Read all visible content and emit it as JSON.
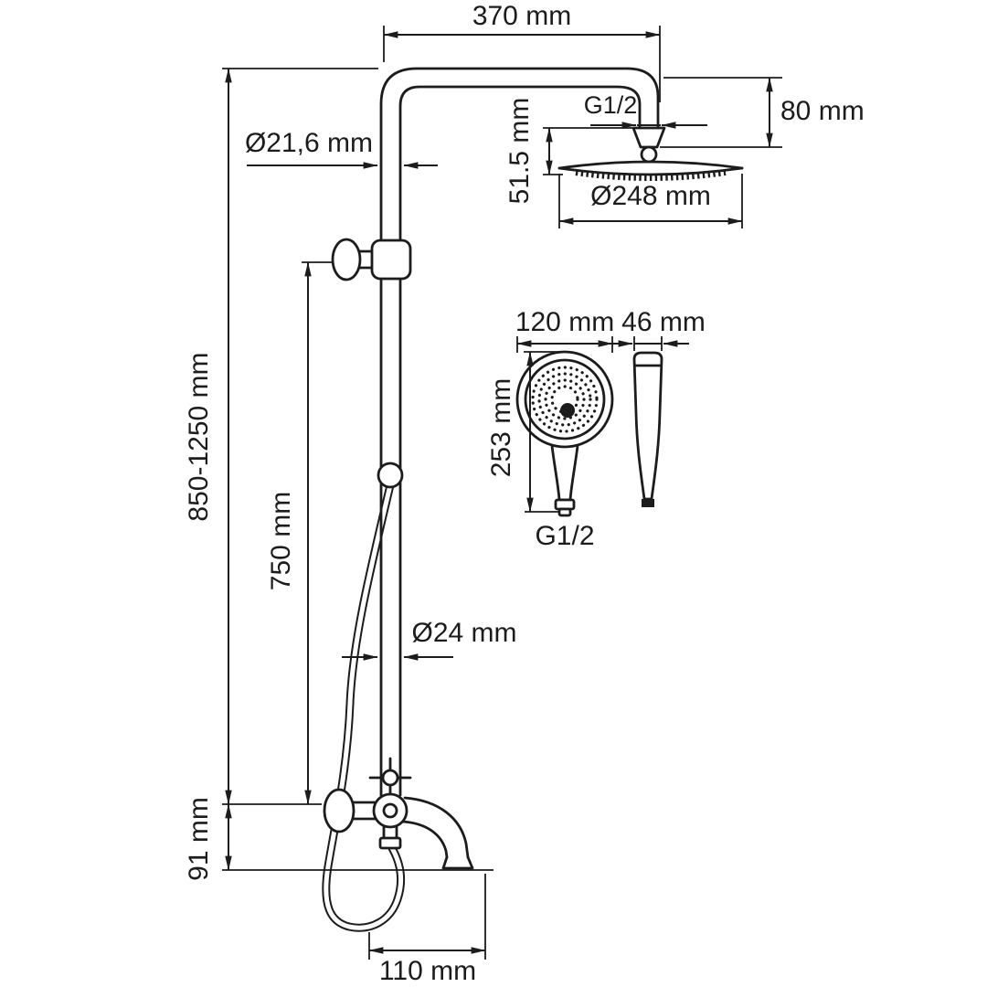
{
  "drawing": {
    "background": "#ffffff",
    "line_color": "#1c1c1c",
    "dims": {
      "top_width": "370 mm",
      "head_offset": "80 mm",
      "head_thread": "G1/2",
      "head_connector_height": "51.5 mm",
      "head_diameter": "Ø248 mm",
      "upper_pipe_diameter": "Ø21,6 mm",
      "overall_height": "850-1250 mm",
      "slide_height": "750 mm",
      "handshower_width": "120 mm",
      "handshower_depth": "46 mm",
      "handshower_length": "253 mm",
      "handshower_thread": "G1/2",
      "lower_pipe_diameter": "Ø24 mm",
      "spout_height": "91 mm",
      "spout_reach": "110 mm"
    }
  }
}
